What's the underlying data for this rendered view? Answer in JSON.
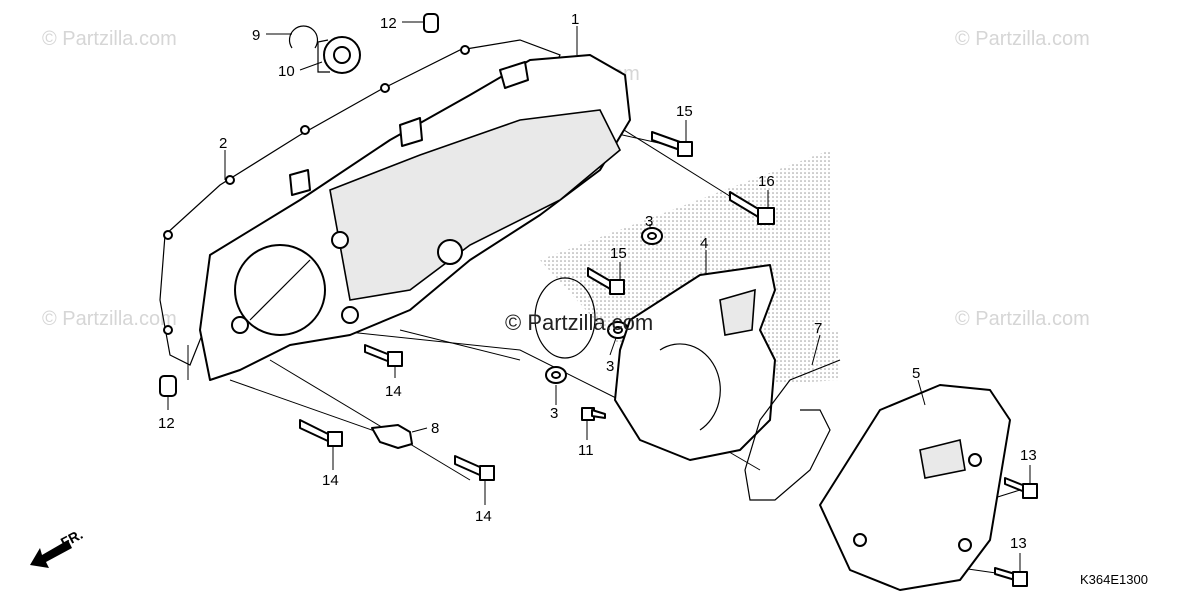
{
  "watermark": {
    "text": "© Partzilla.com",
    "center_text": "© Partzilla.com"
  },
  "diagram_code": "K364E1300",
  "front_indicator": "FR.",
  "callouts": [
    "1",
    "2",
    "3",
    "3",
    "3",
    "4",
    "5",
    "7",
    "8",
    "9",
    "10",
    "11",
    "12",
    "12",
    "13",
    "13",
    "14",
    "14",
    "14",
    "15",
    "15",
    "16"
  ]
}
